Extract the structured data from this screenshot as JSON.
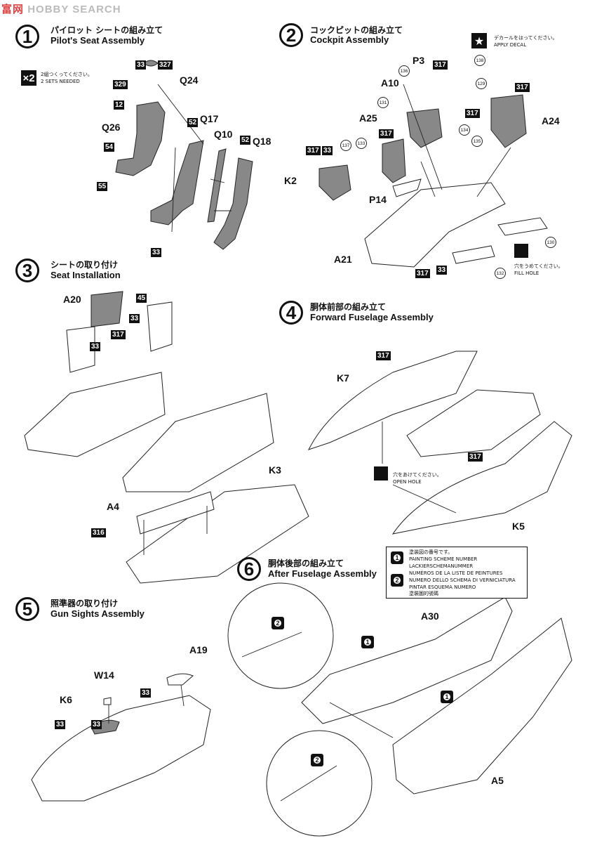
{
  "watermark": {
    "brand": "HOBBY SEARCH",
    "logo_text": "富网"
  },
  "steps": [
    {
      "num": "1",
      "jp": "パイロット シートの組み立て",
      "en": "Pilot's Seat Assembly"
    },
    {
      "num": "2",
      "jp": "コックピットの組み立て",
      "en": "Cockpit Assembly"
    },
    {
      "num": "3",
      "jp": "シートの取り付け",
      "en": "Seat Installation"
    },
    {
      "num": "4",
      "jp": "胴体前部の組み立て",
      "en": "Forward Fuselage Assembly"
    },
    {
      "num": "5",
      "jp": "照準器の取り付け",
      "en": "Gun Sights Assembly"
    },
    {
      "num": "6",
      "jp": "胴体後部の組み立て",
      "en": "After Fuselage Assembly"
    }
  ],
  "notes": {
    "sets_badge": "×2",
    "sets_jp": "2組つくってください。",
    "sets_en": "2 SETS NEEDED",
    "decal_jp": "デカールをはってください。",
    "decal_en": "APPLY DECAL",
    "fill_jp": "穴をうめてください。",
    "fill_en": "FILL HOLE",
    "open_jp": "穴をあけてください。",
    "open_en": "OPEN HOLE"
  },
  "painting_box": {
    "n1": "1",
    "n2": "2",
    "lines": [
      "塗装図の番号です。",
      "PAINTING SCHEME NUMBER",
      "LACKIERSCHEMANUMMER",
      "NUMÉROS DE LA LISTE DE PEINTURES",
      "NUMERO DELLO SCHEMA DI VERNICIATURA",
      "PINTAR ESQUEMA NUMERO",
      "塗裝圖的號碼"
    ]
  },
  "part_labels": {
    "Q24": "Q24",
    "Q26": "Q26",
    "Q17": "Q17",
    "Q10": "Q10",
    "Q18": "Q18",
    "P3": "P3",
    "A10": "A10",
    "A25": "A25",
    "A24": "A24",
    "K2": "K2",
    "P14": "P14",
    "A21": "A21",
    "A20": "A20",
    "A4": "A4",
    "K3": "K3",
    "K7": "K7",
    "K5": "K5",
    "W14": "W14",
    "K6": "K6",
    "A19": "A19",
    "A30": "A30",
    "A5": "A5"
  },
  "color_boxes": {
    "s1_33": "33",
    "s1_327": "327",
    "s1_329": "329",
    "s1_12": "12",
    "s1_52a": "52",
    "s1_52b": "52",
    "s1_54": "54",
    "s1_55": "55",
    "s1_33b": "33",
    "s2_317a": "317",
    "s2_317b": "317",
    "s2_317c": "317",
    "s2_317d": "317",
    "s2_317e": "317",
    "s2_33a": "33",
    "s2_33b": "33",
    "s2_317f": "317",
    "s3_45": "45",
    "s3_33a": "33",
    "s3_33b": "33",
    "s3_317": "317",
    "s3_316": "316",
    "s4_317a": "317",
    "s4_317b": "317",
    "s5_33a": "33",
    "s5_33b": "33",
    "s5_33c": "33"
  },
  "decal_circles": {
    "d138": "138",
    "d136": "136",
    "d129": "129",
    "d131": "131",
    "d134": "134",
    "d135": "135",
    "d137": "137",
    "d133": "133",
    "d130": "130",
    "d132": "132"
  },
  "scheme_markers": [
    "2",
    "1",
    "1",
    "2"
  ]
}
